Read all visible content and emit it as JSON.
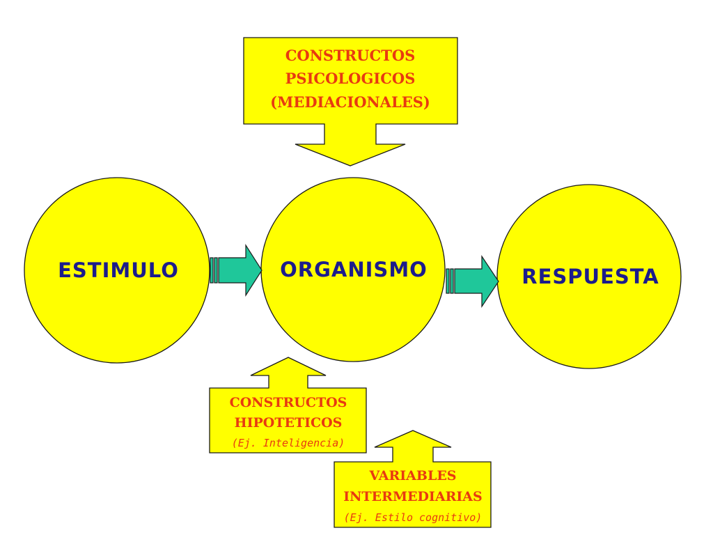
{
  "nodes": {
    "stimulus": "ESTIMULO",
    "organism": "ORGANISMO",
    "response": "RESPUESTA"
  },
  "boxes": {
    "mediational": {
      "line1": "CONSTRUCTOS",
      "line2": "PSICOLOGICOS",
      "line3": "(MEDIACIONALES)"
    },
    "hypothetical": {
      "line1": "CONSTRUCTOS",
      "line2": "HIPOTETICOS",
      "example": "(Ej. Inteligencia)"
    },
    "intermediate": {
      "line1": "VARIABLES",
      "line2": "INTERMEDIARIAS",
      "example": "(Ej. Estilo cognitivo)"
    }
  },
  "colors": {
    "fill": "#ffff00",
    "node_text": "#1c1c8c",
    "box_text": "#e83a10",
    "arrow": "#1fc79a"
  }
}
